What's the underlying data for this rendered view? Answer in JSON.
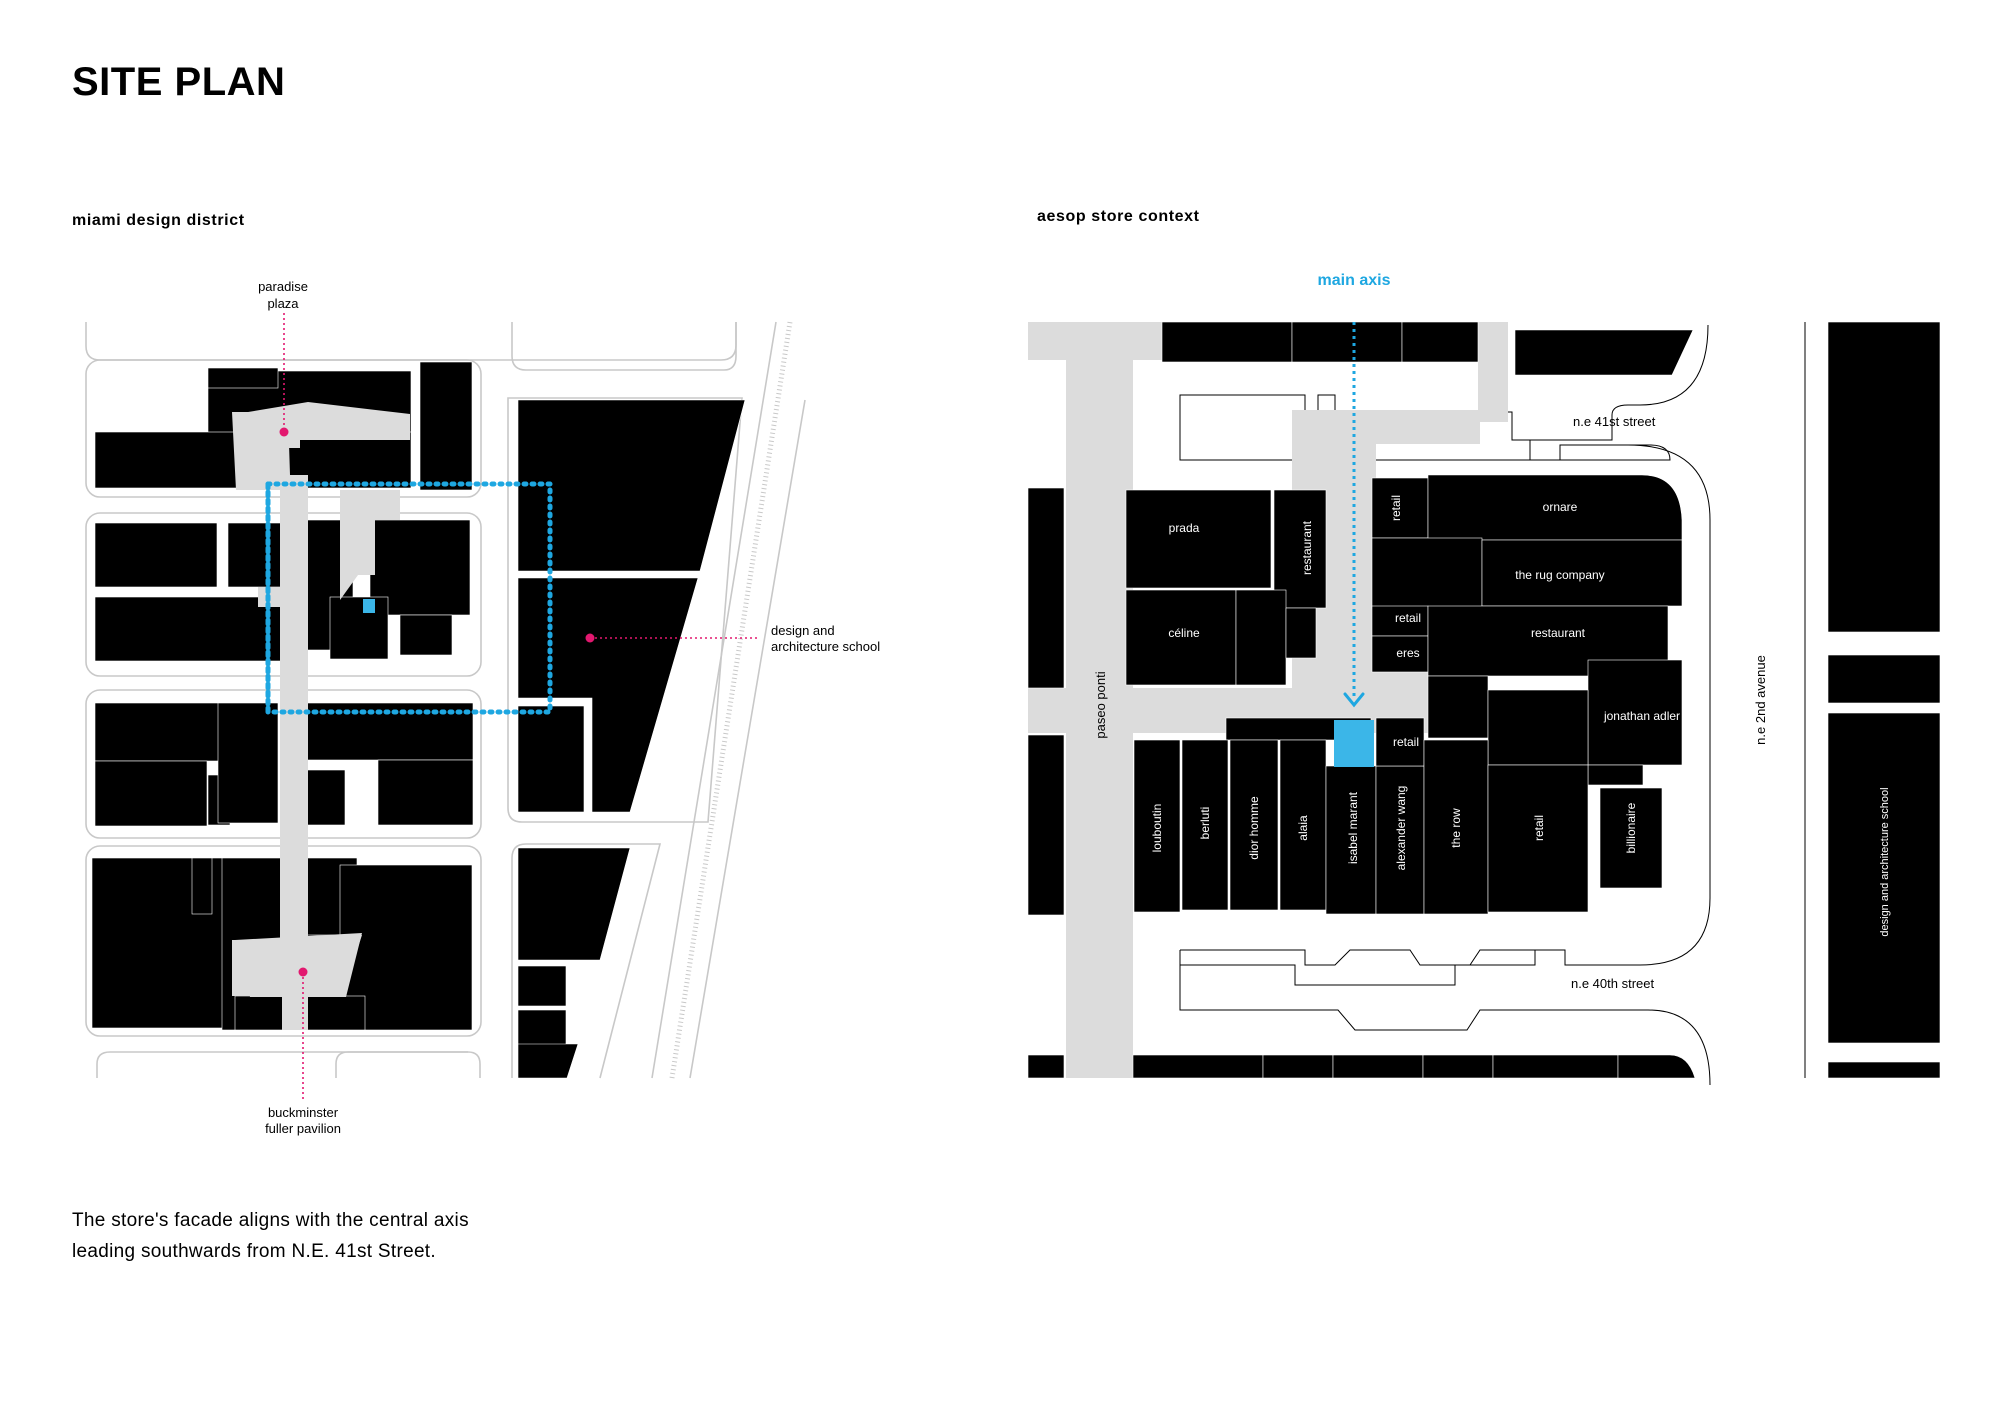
{
  "title": "SITE PLAN",
  "left_map": {
    "subtitle": "miami design district",
    "labels": {
      "paradise_plaza": [
        "paradise",
        "plaza"
      ],
      "school": [
        "design and",
        "architecture school"
      ],
      "buckminster": [
        "buckminster",
        "fuller pavilion"
      ]
    }
  },
  "right_map": {
    "subtitle": "aesop store context",
    "main_axis": "main axis",
    "streets": {
      "ne41": "n.e 41st street",
      "ne40": "n.e 40th street",
      "ne2": "n.e 2nd avenue",
      "paseo": "paseo ponti"
    },
    "stores": {
      "prada": "prada",
      "celine": "céline",
      "restaurant_v": "restaurant",
      "retail_v": "retail",
      "ornare": "ornare",
      "rug": "the rug company",
      "retail_1": "retail",
      "eres": "eres",
      "restaurant": "restaurant",
      "jonathan": "jonathan adler",
      "retail_2": "retail",
      "louboutin": "louboutin",
      "berluti": "berluti",
      "dior": "dior homme",
      "alaia": "alaia",
      "isabel": "isabel marant",
      "wang": "alexander wang",
      "therow": "the row",
      "retail_3": "retail",
      "billionaire": "billionaire",
      "school_v": "design and architecture school"
    }
  },
  "caption": [
    "The store's facade aligns with the central axis",
    "leading southwards from N.E. 41st Street."
  ],
  "colors": {
    "axis_blue": "#1ea7e1",
    "store_blue": "#3bb6e8",
    "pin_magenta": "#e2186f",
    "plaza_grey": "#dcdcdc"
  }
}
